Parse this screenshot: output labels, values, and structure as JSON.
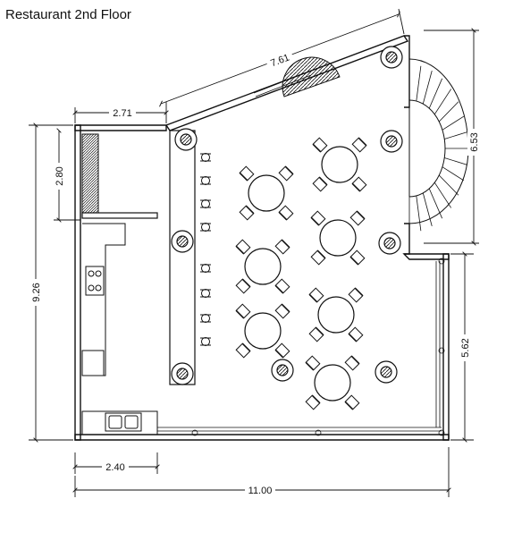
{
  "title": "Restaurant 2nd Floor",
  "dimensions": {
    "top_wall": "7.61",
    "top_left_wall": "2.71",
    "stair_height": "6.53",
    "left_wall": "9.26",
    "kitchen_height": "2.80",
    "right_wall": "5.62",
    "kitchen_width": "2.40",
    "total_width": "11.00"
  },
  "colors": {
    "ink": "#111111",
    "paper": "#ffffff"
  }
}
